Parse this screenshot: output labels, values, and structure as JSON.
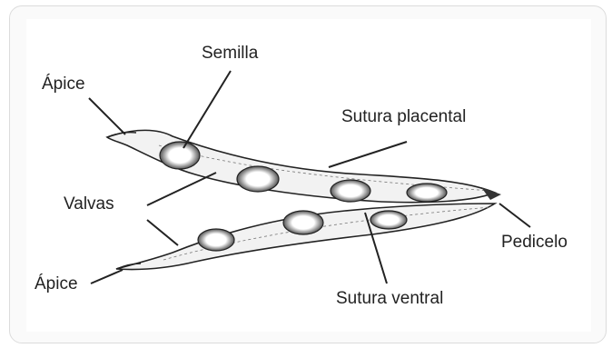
{
  "labels": {
    "seed": "Semilla",
    "apex_top": "Ápice",
    "placental_suture": "Sutura placental",
    "valves": "Valvas",
    "pedicel": "Pedicelo",
    "apex_bottom": "Ápice",
    "ventral_suture": "Sutura ventral"
  }
}
